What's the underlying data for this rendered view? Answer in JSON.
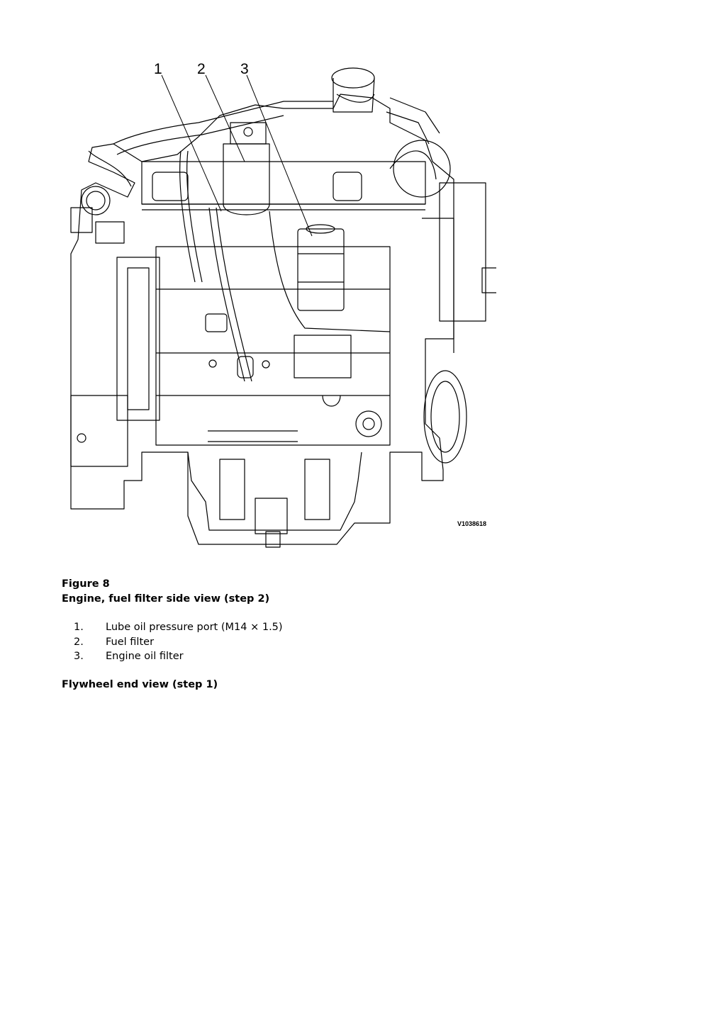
{
  "figure": {
    "callouts": [
      "1",
      "2",
      "3"
    ],
    "image_code": "V1038618"
  },
  "caption": {
    "figure_number": "Figure 8",
    "title": "Engine, fuel filter side view (step 2)"
  },
  "legend": [
    {
      "num": "1.",
      "label": "Lube oil pressure port (M14 × 1.5)"
    },
    {
      "num": "2.",
      "label": "Fuel filter"
    },
    {
      "num": "3.",
      "label": "Engine oil filter"
    }
  ],
  "next_section": {
    "heading": "Flywheel end view (step 1)"
  }
}
